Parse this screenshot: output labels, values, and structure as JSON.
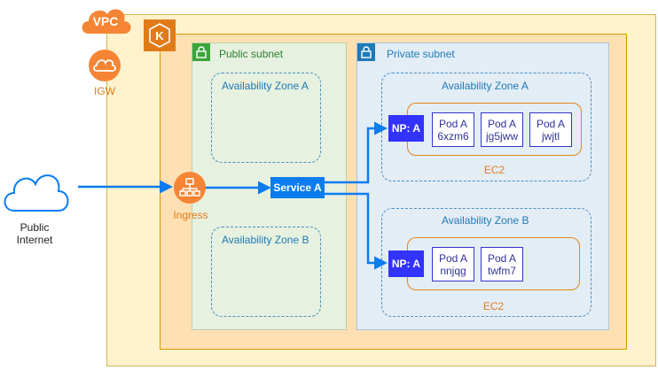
{
  "vpc": {
    "badge": "VPC",
    "igw_label": "IGW"
  },
  "public_subnet": {
    "title": "Public subnet",
    "zones": [
      "Availability Zone A",
      "Availability Zone B"
    ]
  },
  "private_subnet": {
    "title": "Private subnet",
    "zone_a": {
      "title": "Availability Zone A",
      "ec2_label": "EC2",
      "nodeport": "NP: A",
      "pods": [
        {
          "name": "Pod A",
          "id": "6xzm6"
        },
        {
          "name": "Pod A",
          "id": "jg5jww"
        },
        {
          "name": "Pod A",
          "id": "jwjtl"
        }
      ]
    },
    "zone_b": {
      "title": "Availability Zone B",
      "ec2_label": "EC2",
      "nodeport": "NP: A",
      "pods": [
        {
          "name": "Pod A",
          "id": "nnjqg"
        },
        {
          "name": "Pod A",
          "id": "twfm7"
        }
      ]
    }
  },
  "internet": {
    "line1": "Public",
    "line2": "Internet"
  },
  "ingress_label": "Ingress",
  "service_label": "Service A",
  "colors": {
    "arrow": "#0a7cf0",
    "vpc_orange": "#f58534",
    "nodeport": "#3333ff"
  }
}
